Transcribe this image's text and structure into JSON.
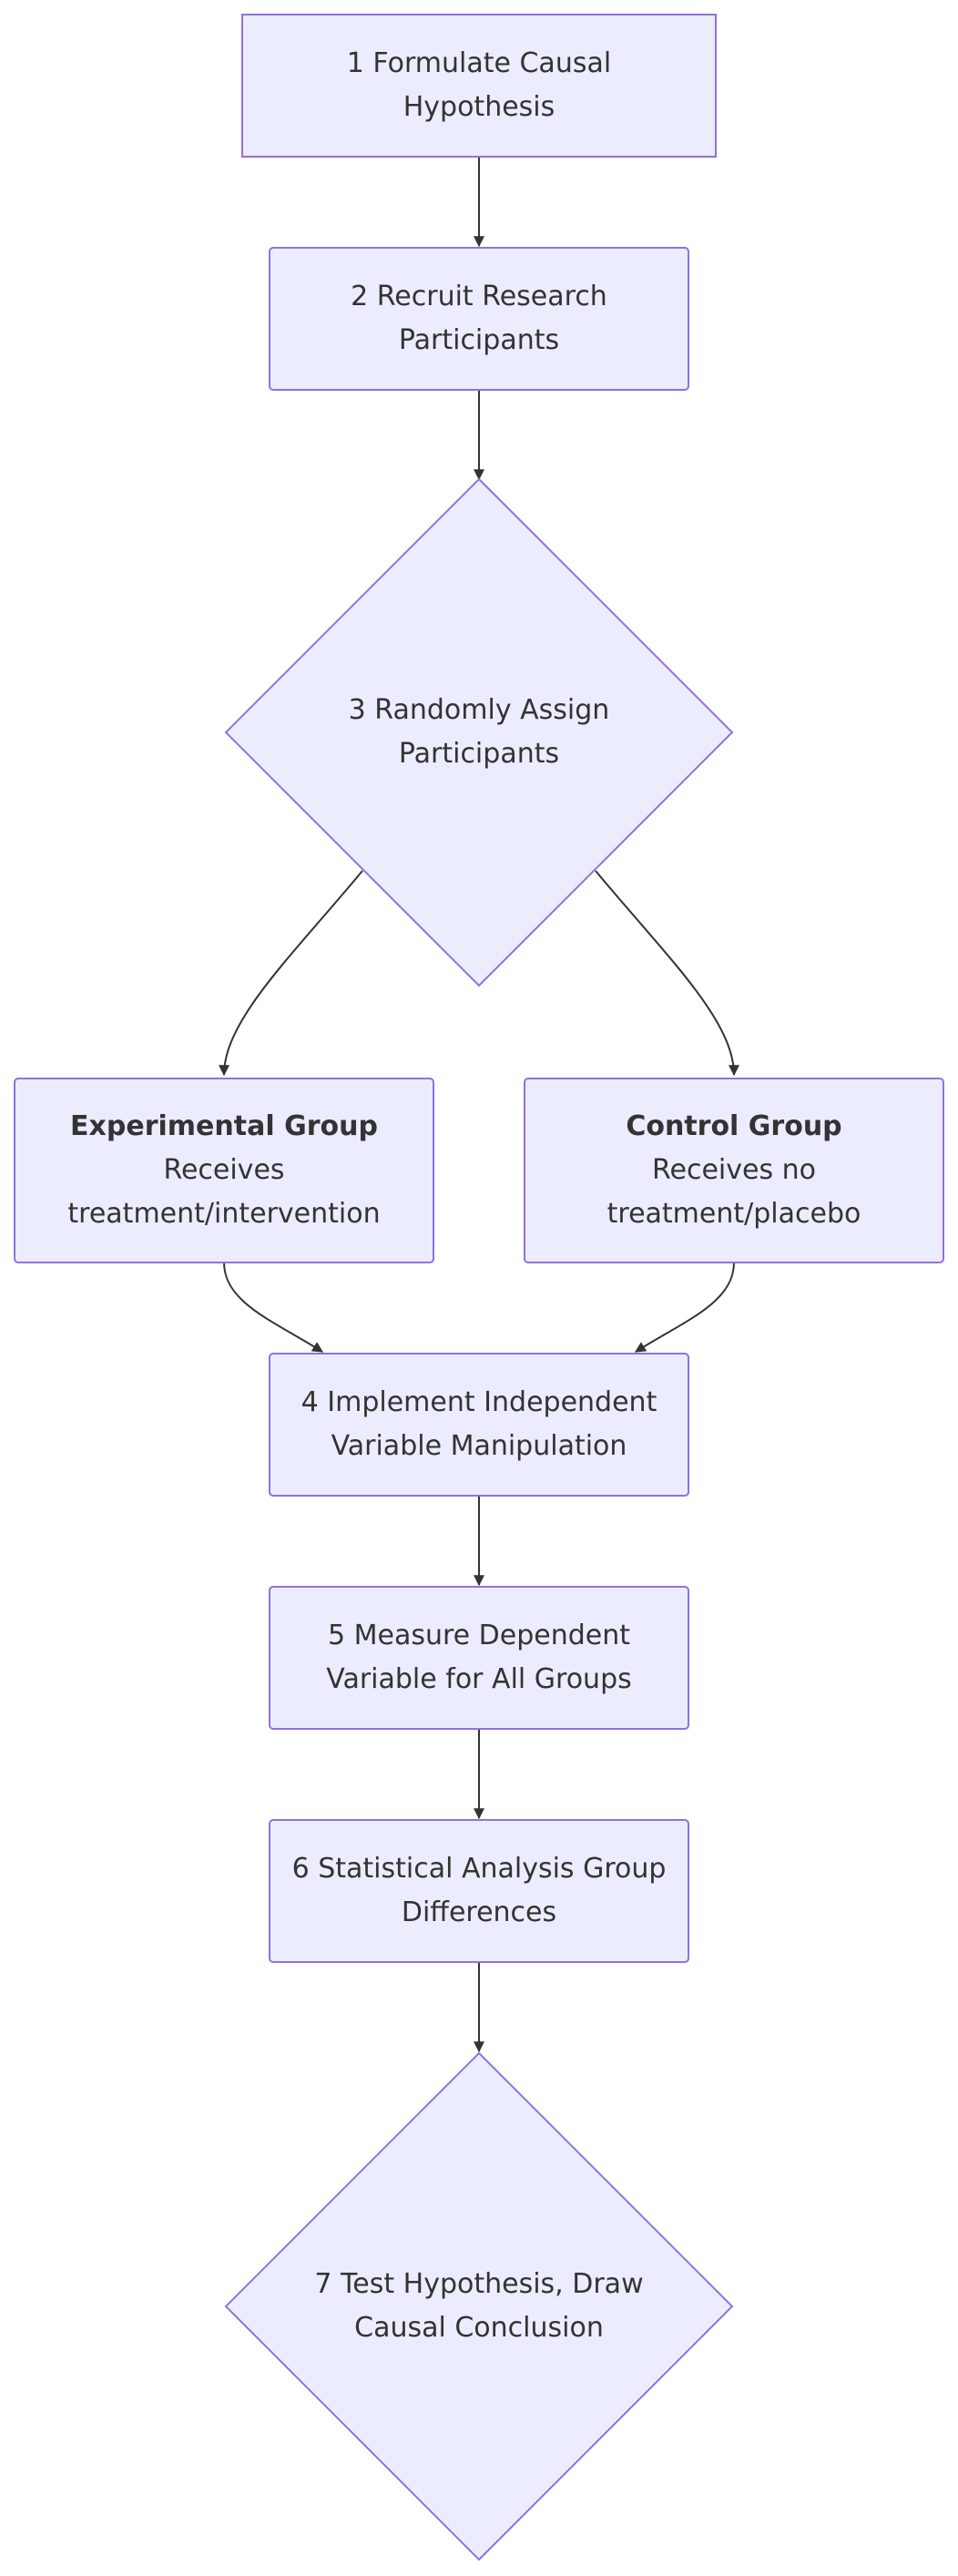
{
  "colors": {
    "node_fill": "#ececff",
    "node_stroke": "#9370db",
    "edge": "#333333",
    "text": "#333333"
  },
  "nodes": {
    "step1": {
      "line1": "1 Formulate Causal",
      "line2": "Hypothesis"
    },
    "step2": {
      "line1": "2 Recruit Research",
      "line2": "Participants"
    },
    "step3": {
      "line1": "3 Randomly Assign",
      "line2": "Participants"
    },
    "experimental": {
      "title": "Experimental Group",
      "line1": "Receives",
      "line2": "treatment/intervention"
    },
    "control": {
      "title": "Control Group",
      "line1": "Receives no",
      "line2": "treatment/placebo"
    },
    "step4": {
      "line1": "4 Implement Independent",
      "line2": "Variable Manipulation"
    },
    "step5": {
      "line1": "5 Measure Dependent",
      "line2": "Variable for All Groups"
    },
    "step6": {
      "line1": "6 Statistical Analysis Group",
      "line2": "Differences"
    },
    "step7": {
      "line1": "7 Test Hypothesis, Draw",
      "line2": "Causal Conclusion"
    }
  }
}
